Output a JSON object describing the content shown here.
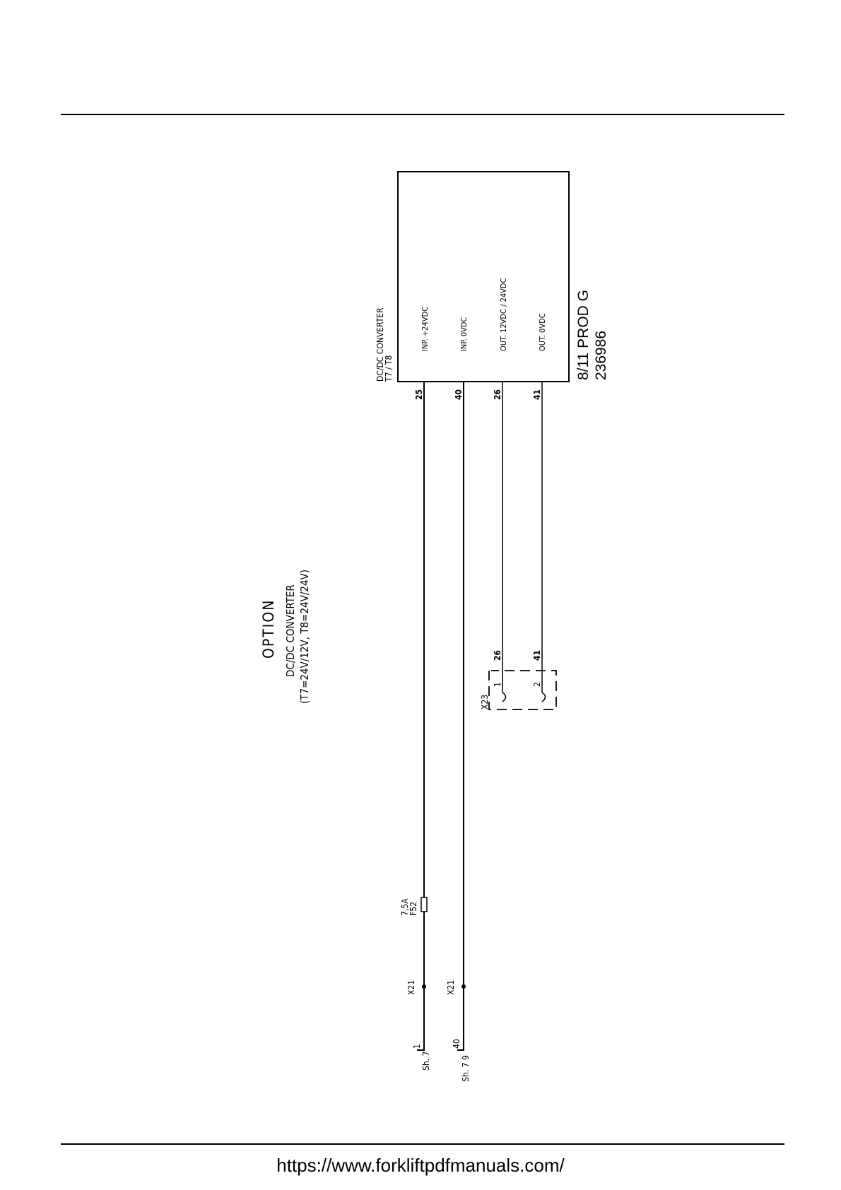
{
  "footer": {
    "url": "https://www.forkliftpdfmanuals.com/"
  },
  "diagram": {
    "option_title": "OPTION",
    "option_line2": "DC/DC CONVERTER",
    "option_line3": "(T7=24V/12V, T8=24V/24V)",
    "converter": {
      "name_line1": "DC/DC CONVERTER",
      "name_line2": "T7 / T8",
      "pins": [
        "INP. +24VDC",
        "INP. 0VDC",
        "OUT. 12VDC / 24VDC",
        "OUT. 0VDC"
      ],
      "wires": [
        "25",
        "40",
        "26",
        "41"
      ]
    },
    "revision": "8/11 PROD G",
    "doc_number": "236986",
    "connector": {
      "name": "X23",
      "pins": [
        "1",
        "2"
      ],
      "wires": [
        "26",
        "41"
      ]
    },
    "fuse": {
      "rating": "7,5A",
      "name": "F52"
    },
    "terminals": [
      "X21",
      "X21"
    ],
    "sheet_refs": [
      {
        "sheet": "Sh. 7",
        "ref": "1"
      },
      {
        "sheet": "Sh. 7 9",
        "ref": "40"
      }
    ]
  }
}
